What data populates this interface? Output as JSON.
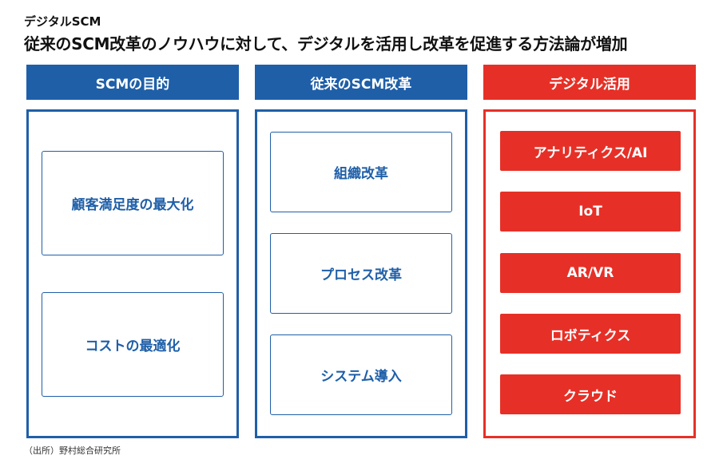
{
  "kicker": "デジタルSCM",
  "headline": "従来のSCM改革のノウハウに対して、デジタルを活用し改革を促進する方法論が増加",
  "colors": {
    "blue": "#1f5fa8",
    "red": "#e63027"
  },
  "columns": [
    {
      "title": "SCMの目的",
      "items": [
        "顧客満足度の最大化",
        "コストの最適化"
      ]
    },
    {
      "title": "従来のSCM改革",
      "items": [
        "組織改革",
        "プロセス改革",
        "システム導入"
      ]
    },
    {
      "title": "デジタル活用",
      "items": [
        "アナリティクス/AI",
        "IoT",
        "AR/VR",
        "ロボティクス",
        "クラウド"
      ]
    }
  ],
  "source": "（出所）野村総合研究所"
}
